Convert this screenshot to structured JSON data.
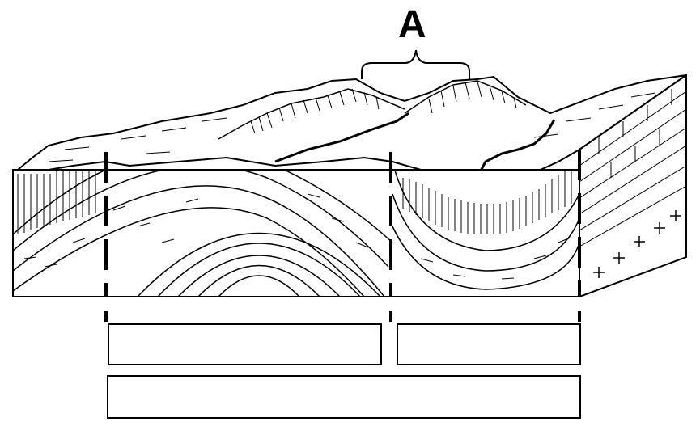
{
  "diagram": {
    "label_a": "A",
    "answer_boxes": [
      {
        "id": "left",
        "text": ""
      },
      {
        "id": "right",
        "text": ""
      },
      {
        "id": "bottom",
        "text": ""
      }
    ]
  }
}
